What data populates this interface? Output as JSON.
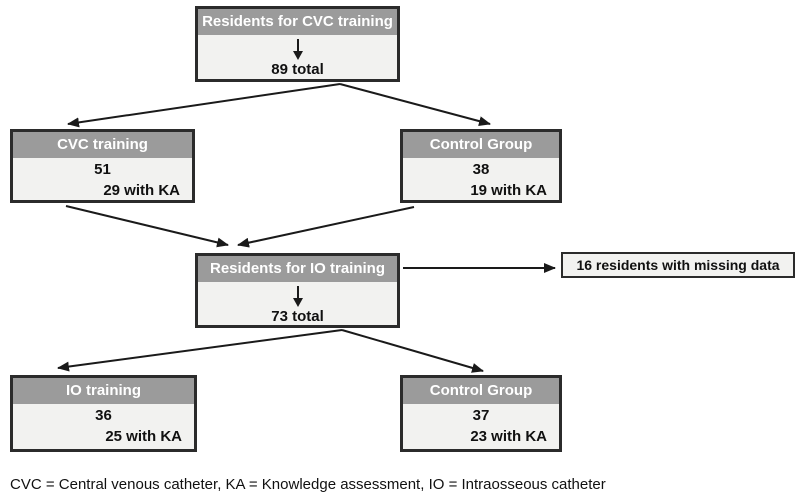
{
  "colors": {
    "page_bg": "#ffffff",
    "header_bg": "#9b9b9b",
    "body_bg": "#f2f2f0",
    "border": "#2b2b2b",
    "header_text": "#ffffff",
    "text": "#111111",
    "arrow": "#1a1a1a"
  },
  "flowchart": {
    "cvc_residents": {
      "title": "Residents for CVC training",
      "total": "89 total"
    },
    "cvc_training": {
      "title": "CVC training",
      "count": "51",
      "ka": "29 with KA"
    },
    "cvc_control": {
      "title": "Control Group",
      "count": "38",
      "ka": "19 with KA"
    },
    "io_residents": {
      "title": "Residents for IO training",
      "total": "73 total"
    },
    "missing_data": {
      "label": "16 residents with missing data"
    },
    "io_training": {
      "title": "IO training",
      "count": "36",
      "ka": "25 with KA"
    },
    "io_control": {
      "title": "Control Group",
      "count": "37",
      "ka": "23 with KA"
    },
    "legend": "CVC = Central venous catheter, KA = Knowledge assessment, IO = Intraosseous catheter"
  }
}
